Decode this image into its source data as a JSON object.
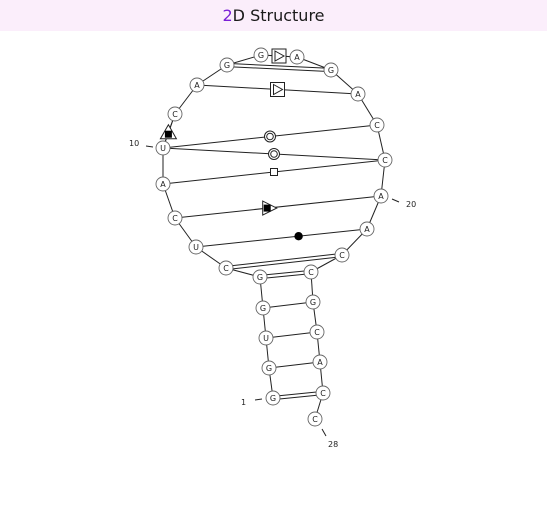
{
  "header": {
    "title_accent": "2",
    "title_rest": "D Structure"
  },
  "sequence": [
    "G",
    "G",
    "U",
    "G",
    "G",
    "C",
    "U",
    "C",
    "A",
    "U",
    "C",
    "A",
    "G",
    "G",
    "A",
    "G",
    "A",
    "C",
    "C",
    "A",
    "A",
    "C",
    "C",
    "G",
    "C",
    "A",
    "C",
    "C"
  ],
  "numbering": [
    {
      "index": 1,
      "label": "1"
    },
    {
      "index": 10,
      "label": "10"
    },
    {
      "index": 20,
      "label": "20"
    },
    {
      "index": 28,
      "label": "28"
    }
  ],
  "basepairs": [
    {
      "i": 1,
      "j": 27,
      "type": "double"
    },
    {
      "i": 2,
      "j": 26,
      "type": "single"
    },
    {
      "i": 3,
      "j": 25,
      "type": "single"
    },
    {
      "i": 4,
      "j": 24,
      "type": "single"
    },
    {
      "i": 5,
      "j": 23,
      "type": "double"
    },
    {
      "i": 6,
      "j": 22,
      "type": "double"
    }
  ],
  "tertiary": [
    {
      "i": 7,
      "j": 21,
      "symbol": "filled-circle"
    },
    {
      "i": 8,
      "j": 20,
      "symbol": "filled-square-triangle"
    },
    {
      "i": 9,
      "j": 19,
      "symbol": "open-square"
    },
    {
      "i": 10,
      "j": 19,
      "symbol": "double-circle"
    },
    {
      "i": 10,
      "j": 18,
      "symbol": "double-circle"
    },
    {
      "i": 10,
      "j": 11,
      "symbol": "filled-square-triangle-vertical"
    },
    {
      "i": 12,
      "j": 17,
      "symbol": "open-square-triangle"
    },
    {
      "i": 13,
      "j": 16,
      "symbol": "double-line"
    },
    {
      "i": 14,
      "j": 15,
      "symbol": "open-square-triangle"
    }
  ]
}
